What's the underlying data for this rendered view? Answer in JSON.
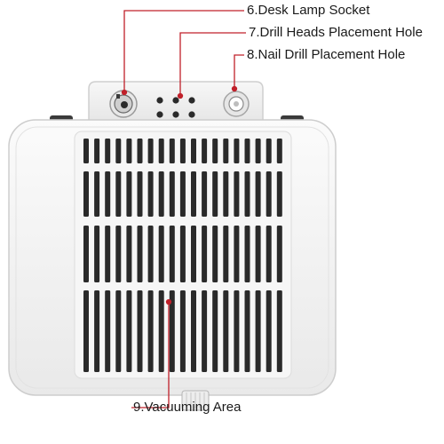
{
  "callouts": {
    "c6": "6.Desk Lamp Socket",
    "c7": "7.Drill Heads Placement Hole",
    "c8": "8.Nail Drill Placement Hole",
    "c9": "9.Vacuuming Area"
  },
  "colors": {
    "leader_line": "#c0202a",
    "body": "#f3f3f3",
    "body_shadow": "#d6d6d6",
    "slot": "#2a2a2a"
  }
}
